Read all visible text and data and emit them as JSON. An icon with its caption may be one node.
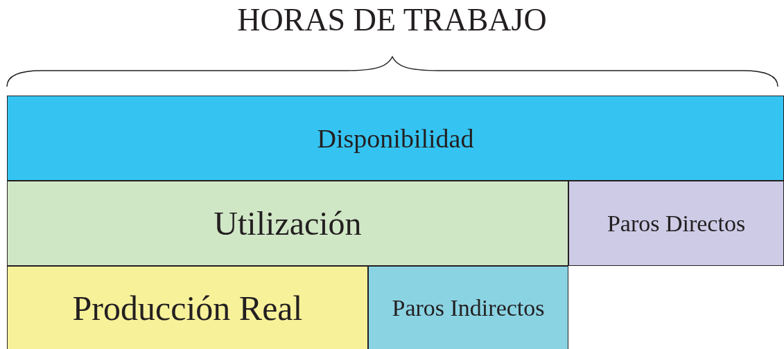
{
  "diagram": {
    "title": "HORAS DE TRABAJO",
    "nodes": [
      {
        "text": [
          "Disponibilidad"
        ]
      },
      {
        "text": [
          "Utilización"
        ]
      },
      {
        "text": [
          "Paros Directos"
        ]
      },
      {
        "text": [
          "Producción Real"
        ]
      },
      {
        "text": [
          "Paros Indirectos"
        ]
      }
    ]
  }
}
